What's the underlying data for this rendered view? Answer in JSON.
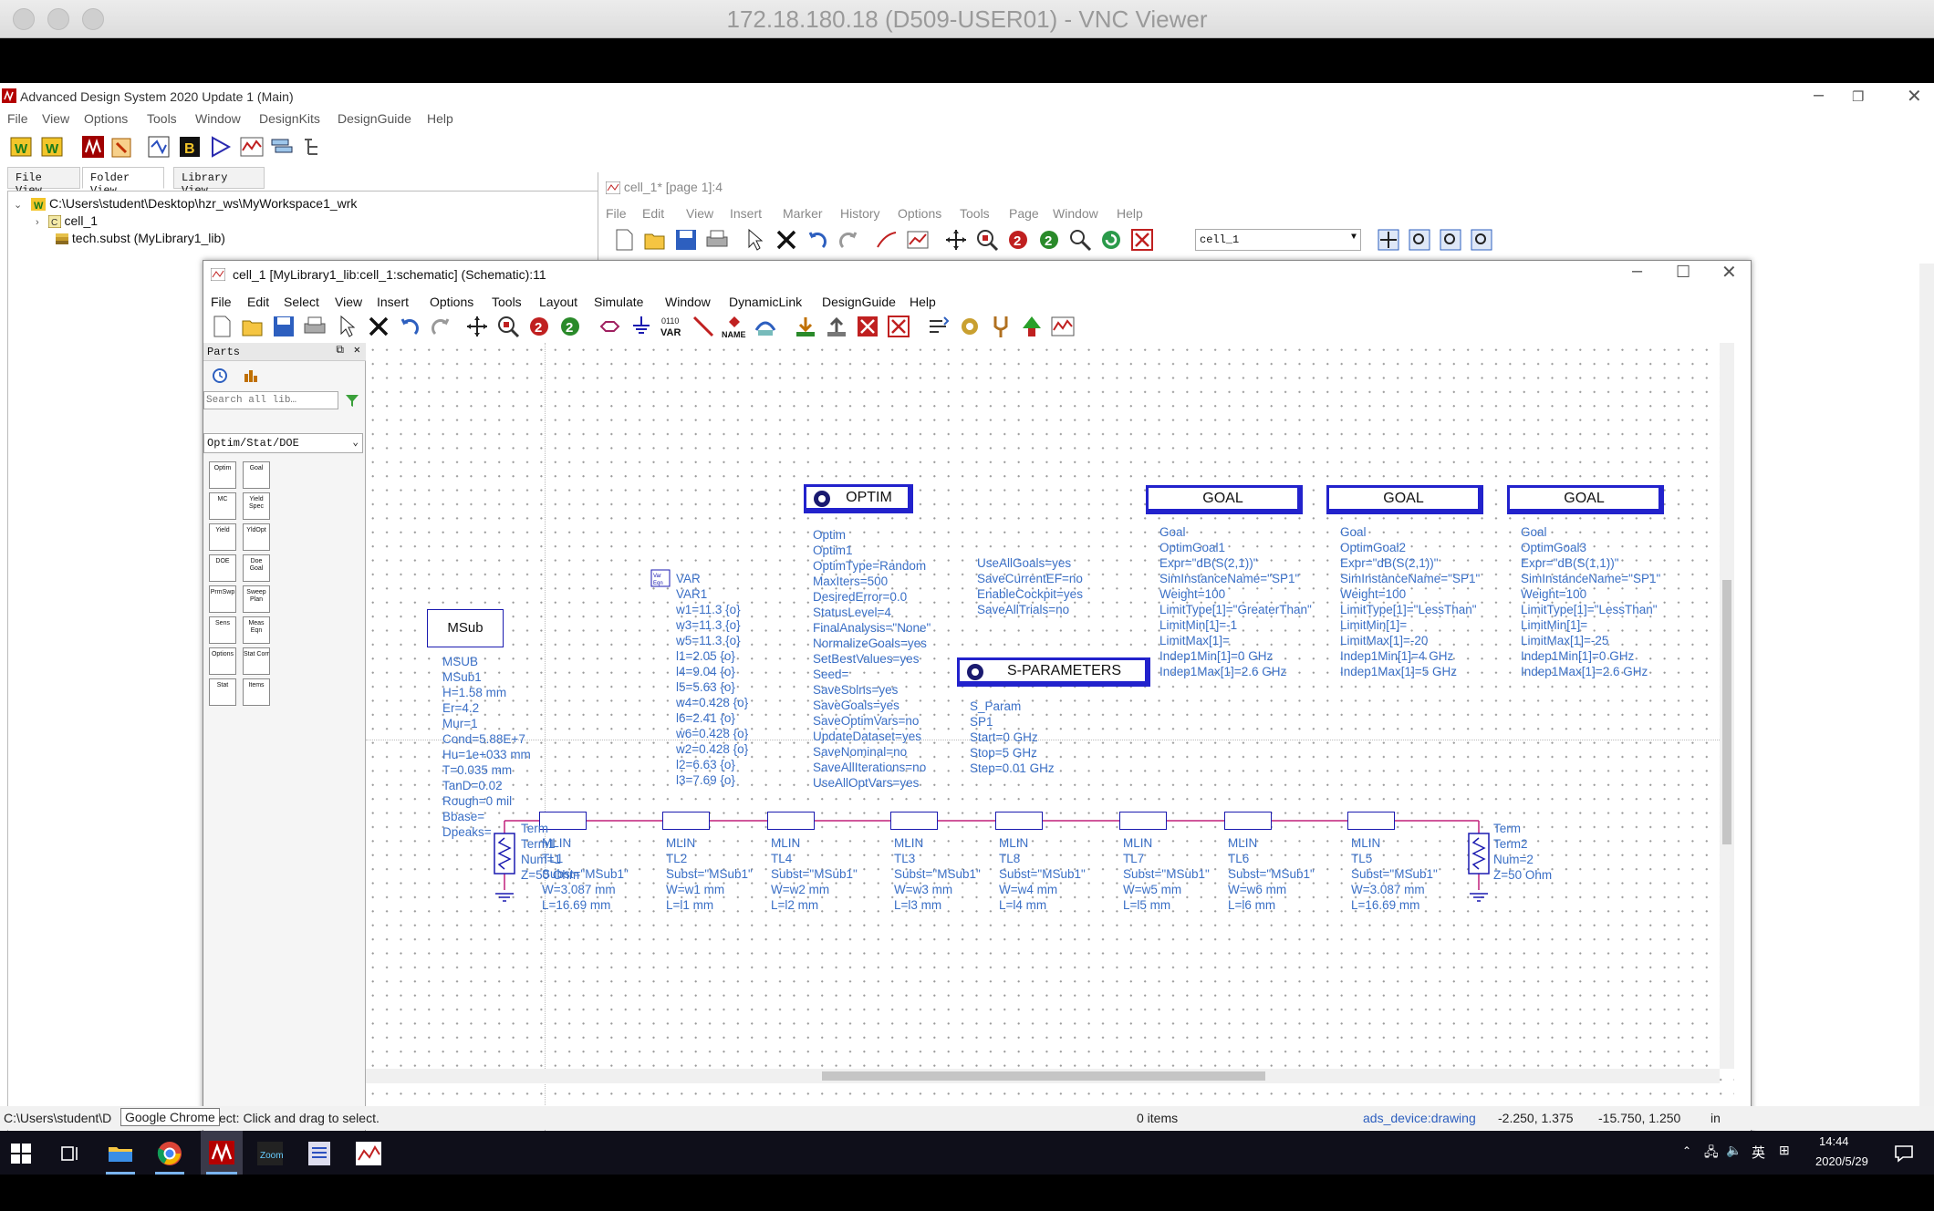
{
  "mac": {
    "title": "172.18.180.18 (D509-USER01) - VNC Viewer"
  },
  "ads_main": {
    "title": "Advanced Design System 2020 Update 1 (Main)",
    "menu": [
      "File",
      "View",
      "Options",
      "Tools",
      "Window",
      "DesignKits",
      "DesignGuide",
      "Help"
    ],
    "tabs": [
      "File View",
      "Folder View",
      "Library View"
    ],
    "tree": {
      "root": "C:\\Users\\student\\Desktop\\hzr_ws\\MyWorkspace1_wrk",
      "cell": "cell_1",
      "subst": "tech.subst (MyLibrary1_lib)"
    },
    "status_path": "C:\\Users\\student\\D",
    "tooltip": "Google Chrome"
  },
  "layout_win": {
    "title": "cell_1* [page 1]:4",
    "menu": [
      "File",
      "Edit",
      "View",
      "Insert",
      "Marker",
      "History",
      "Options",
      "Tools",
      "Page",
      "Window",
      "Help"
    ],
    "combo": "cell_1"
  },
  "schematic": {
    "title": "cell_1 [MyLibrary1_lib:cell_1:schematic] (Schematic):11",
    "menu": [
      "File",
      "Edit",
      "Select",
      "View",
      "Insert",
      "Options",
      "Tools",
      "Layout",
      "Simulate",
      "Window",
      "DynamicLink",
      "DesignGuide",
      "Help"
    ],
    "parts": {
      "header": "Parts",
      "search_placeholder": "Search all lib…",
      "library": "Optim/Stat/DOE",
      "items": [
        [
          "Optim",
          "Goal"
        ],
        [
          "MC",
          "Yield Spec"
        ],
        [
          "Yield",
          "YldOpt"
        ],
        [
          "DOE",
          "Doe Goal"
        ],
        [
          "PrmSwp",
          "Sweep Plan"
        ],
        [
          "Sens",
          "Meas Eqn"
        ],
        [
          "Options",
          "Stat Corr"
        ],
        [
          "Stat",
          "Items"
        ]
      ]
    },
    "optim_box": "OPTIM",
    "optim_text": "Optim\nOptim1\nOptimType=Random\nMaxIters=500\nDesiredError=0.0\nStatusLevel=4\nFinalAnalysis=\"None\"\nNormalizeGoals=yes\nSetBestValues=yes\nSeed=\nSaveSolns=yes\nSaveGoals=yes\nSaveOptimVars=no\nUpdateDataset=yes\nSaveNominal=no\nSaveAllIterations=no\nUseAllOptVars=yes",
    "optim_text2": "UseAllGoals=yes\nSaveCurrentEF=no\nEnableCockpit=yes\nSaveAllTrials=no",
    "var_text": "VAR\nVAR1\nw1=11.3 {o}\nw3=11.3 {o}\nw5=11.3 {o}\nl1=2.05 {o}\nl4=9.04 {o}\nl5=5.63 {o}\nw4=0.428 {o}\nl6=2.41 {o}\nw6=0.428 {o}\nw2=0.428 {o}\nl2=6.63 {o}\nl3=7.69 {o}",
    "msub_box": "MSub",
    "msub_text": "MSUB\nMSub1\nH=1.58 mm\nEr=4.2\nMur=1\nCond=5.88E+7\nHu=1e+033 mm\nT=0.035 mm\nTanD=0.02\nRough=0 mil\nBbase=\nDpeaks=",
    "sparam_box": "S-PARAMETERS",
    "sparam_text": "S_Param\nSP1\nStart=0 GHz\nStop=5 GHz\nStep=0.01 GHz",
    "goals": [
      {
        "box": "GOAL",
        "text": "Goal\nOptimGoal1\nExpr=\"dB(S(2,1))\"\nSimInstanceName=\"SP1\"\nWeight=100\nLimitType[1]=\"GreaterThan\"\nLimitMin[1]=-1\nLimitMax[1]=\nIndep1Min[1]=0 GHz\nIndep1Max[1]=2.6 GHz"
      },
      {
        "box": "GOAL",
        "text": "Goal\nOptimGoal2\nExpr=\"dB(S(2,1))\"\nSimInstanceName=\"SP1\"\nWeight=100\nLimitType[1]=\"LessThan\"\nLimitMin[1]=\nLimitMax[1]=-20\nIndep1Min[1]=4 GHz\nIndep1Max[1]=5 GHz"
      },
      {
        "box": "GOAL",
        "text": "Goal\nOptimGoal3\nExpr=\"dB(S(1,1))\"\nSimInstanceName=\"SP1\"\nWeight=100\nLimitType[1]=\"LessThan\"\nLimitMin[1]=\nLimitMax[1]=-25\nIndep1Min[1]=0 GHz\nIndep1Max[1]=2.6 GHz"
      }
    ],
    "term1": "Term\nTerm1\nNum=1\nZ=50 Ohm",
    "term2": "Term\nTerm2\nNum=2\nZ=50 Ohm",
    "mlins": [
      "MLIN\nTL1\nSubst=\"MSub1\"\nW=3.087 mm\nL=16.69 mm",
      "MLIN\nTL2\nSubst=\"MSub1\"\nW=w1 mm\nL=l1 mm",
      "MLIN\nTL4\nSubst=\"MSub1\"\nW=w2 mm\nL=l2 mm",
      "MLIN\nTL3\nSubst=\"MSub1\"\nW=w3 mm\nL=l3 mm",
      "MLIN\nTL8\nSubst=\"MSub1\"\nW=w4 mm\nL=l4 mm",
      "MLIN\nTL7\nSubst=\"MSub1\"\nW=w5 mm\nL=l5 mm",
      "MLIN\nTL6\nSubst=\"MSub1\"\nW=w6 mm\nL=l6 mm",
      "MLIN\nTL5\nSubst=\"MSub1\"\nW=3.087 mm\nL=16.69 mm"
    ],
    "status": {
      "hint": "ect: Click and drag to select.",
      "items": "0 items",
      "layer": "ads_device:drawing",
      "coord1": "-2.250, 1.375",
      "coord2": "-15.750, 1.250",
      "unit": "in"
    }
  },
  "taskbar": {
    "time": "14:44",
    "date": "2020/5/29",
    "ime": "英"
  }
}
